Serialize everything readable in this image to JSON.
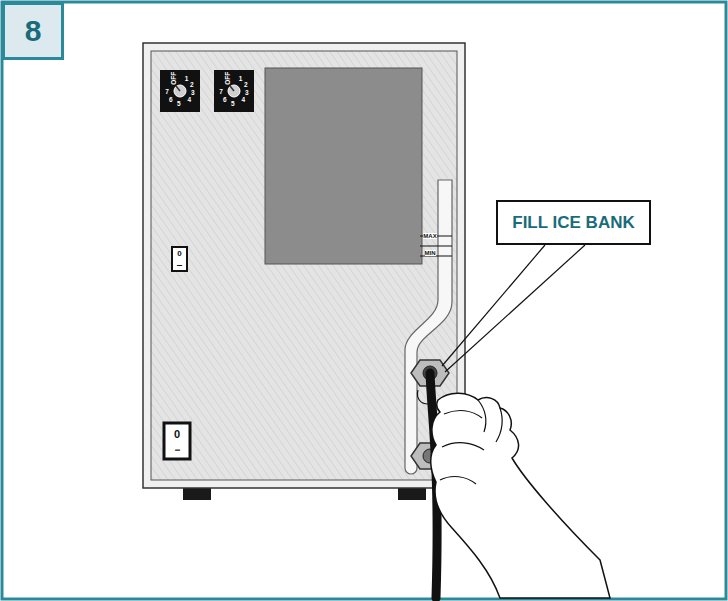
{
  "diagram": {
    "nodes": [
      {
        "text": [
          "8"
        ]
      },
      {
        "text": [
          "FILL ICE BANK"
        ]
      }
    ],
    "labels": [
      "OFF",
      "1",
      "2",
      "3",
      "4",
      "5",
      "6",
      "7",
      "OFF",
      "1",
      "2",
      "3",
      "4",
      "5",
      "6",
      "7",
      "0",
      "I",
      "0",
      "I",
      "MAX",
      "MIN"
    ]
  }
}
